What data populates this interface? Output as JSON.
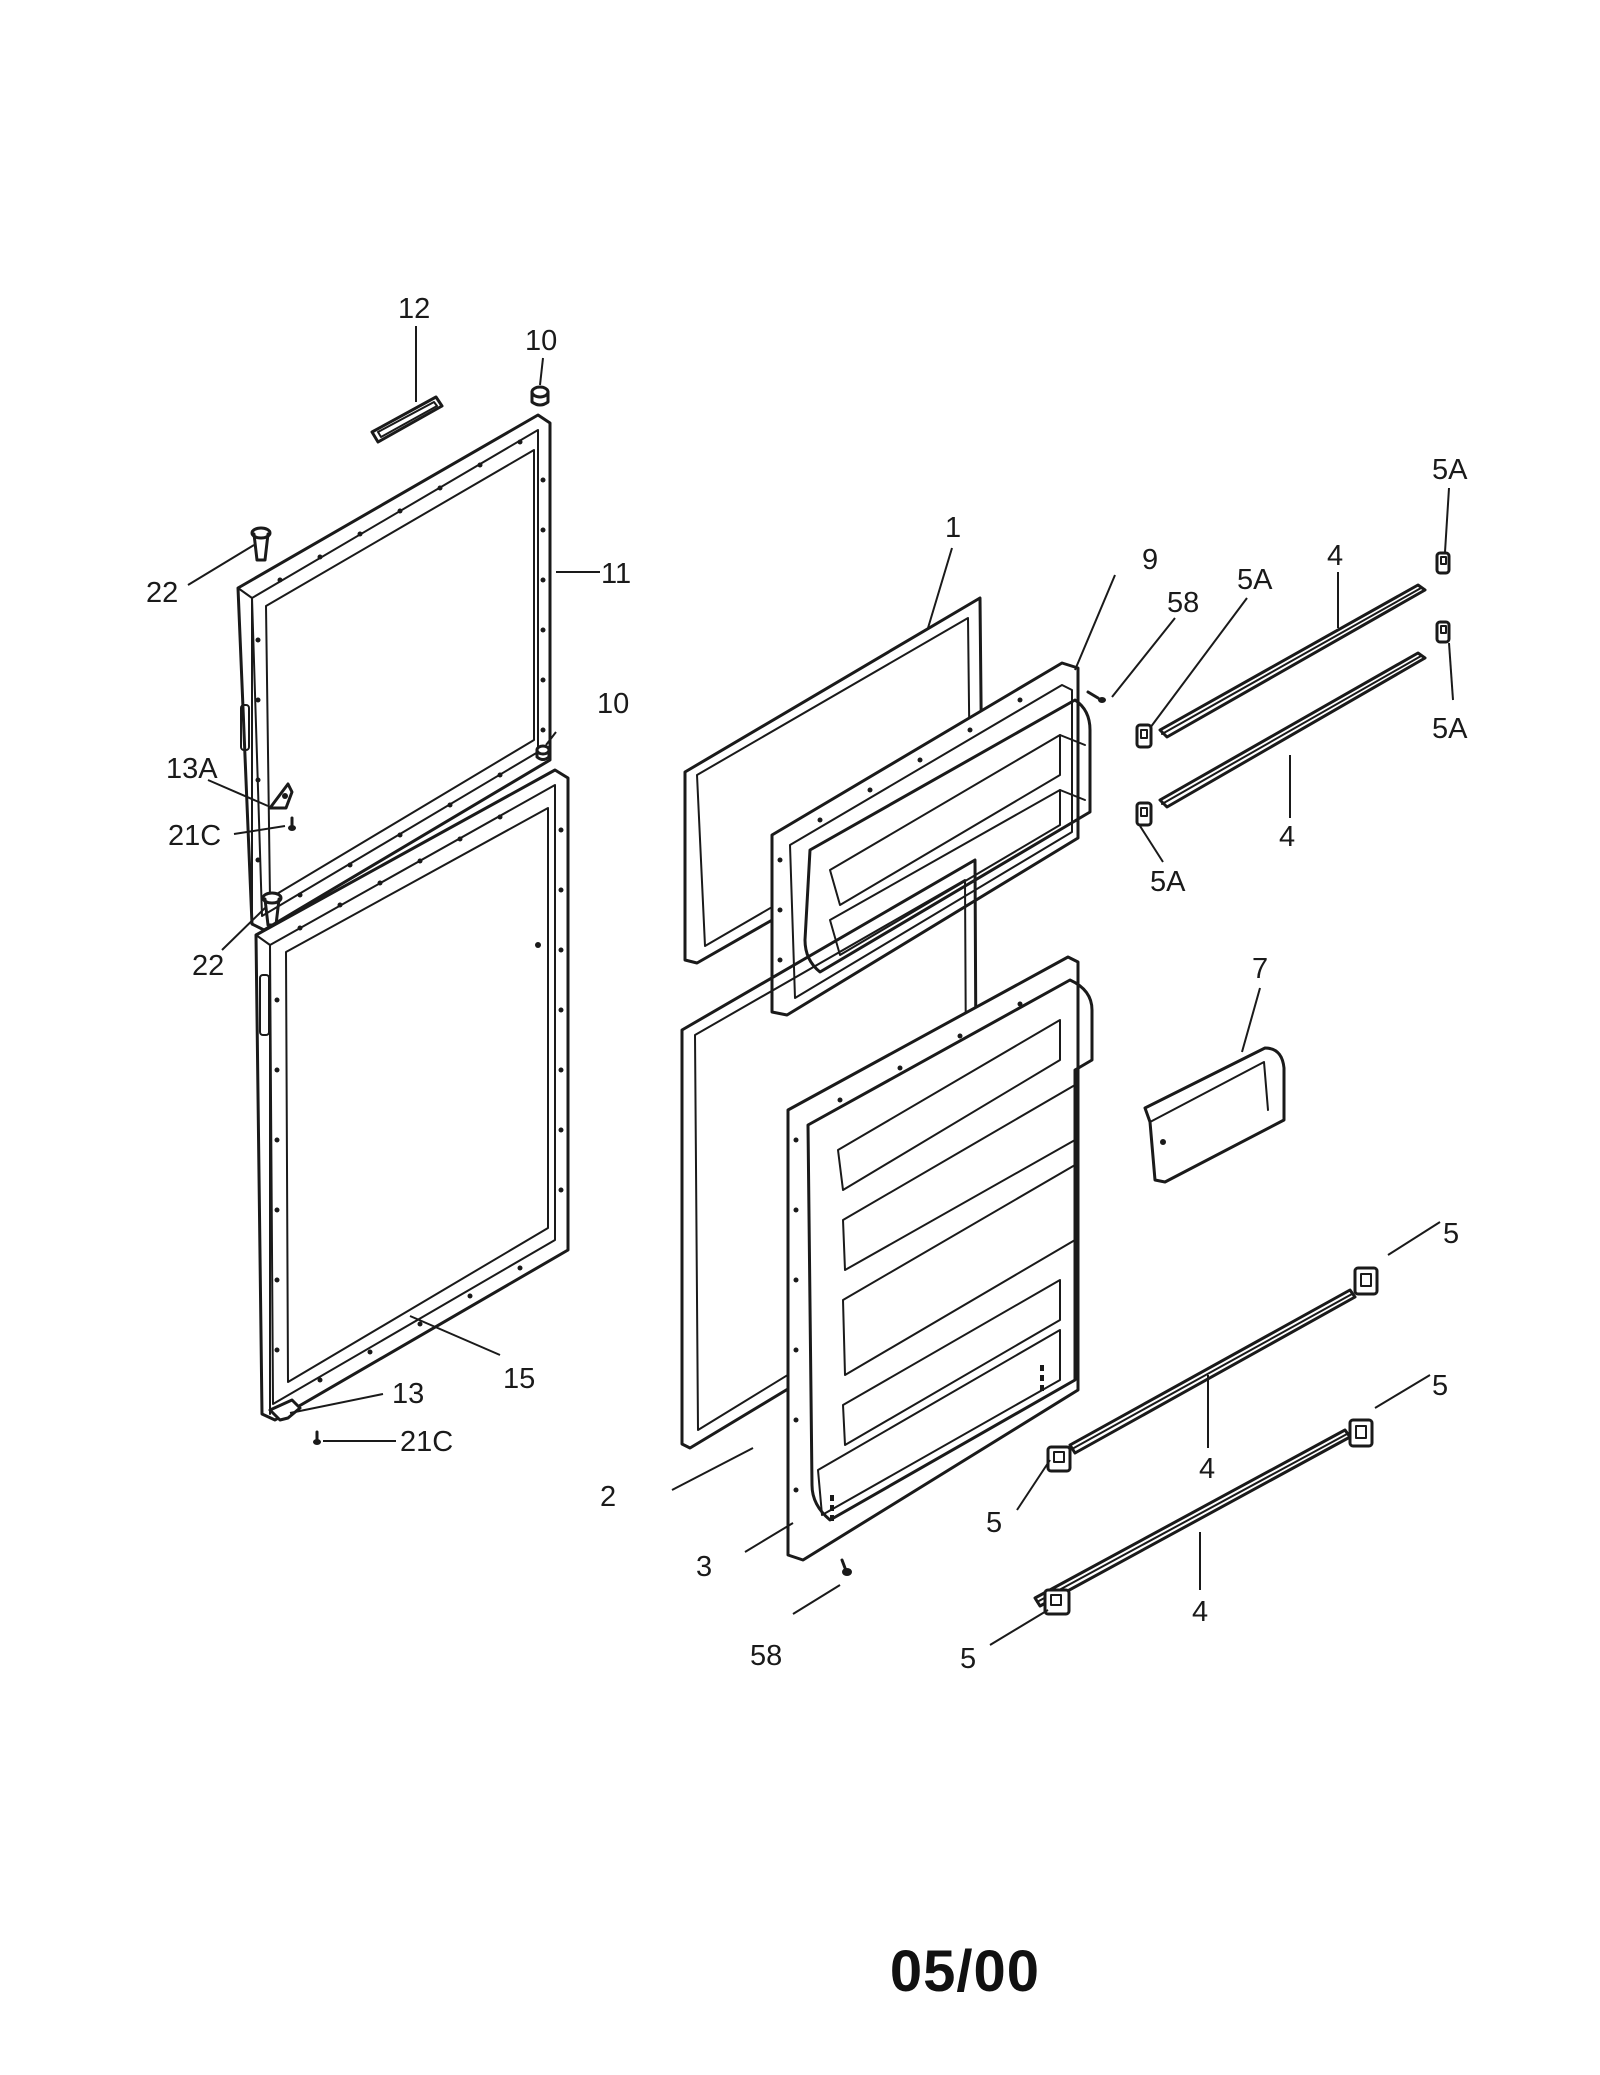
{
  "callouts": {
    "c12": "12",
    "c10a": "10",
    "c22a": "22",
    "c11": "11",
    "c13A": "13A",
    "c21Ca": "21C",
    "c10b": "10",
    "c22b": "22",
    "c15": "15",
    "c13": "13",
    "c21Cb": "21C",
    "c1": "1",
    "c9": "9",
    "c58a": "58",
    "c5Aa": "5A",
    "c4a": "4",
    "c5Ab": "5A",
    "c5Ac": "5A",
    "c4b": "4",
    "c5Ad": "5A",
    "c7": "7",
    "c5a": "5",
    "c5b": "5",
    "c4c": "4",
    "c5c": "5",
    "c2": "2",
    "c3": "3",
    "c4d": "4",
    "c5d": "5",
    "c58b": "58"
  },
  "footer": {
    "date_code": "05/00"
  }
}
